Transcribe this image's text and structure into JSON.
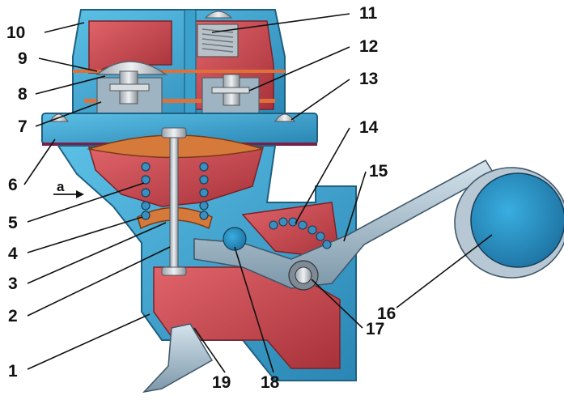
{
  "diagram": {
    "flow_label": "a",
    "callouts": [
      {
        "id": "c1",
        "text": "1"
      },
      {
        "id": "c2",
        "text": "2"
      },
      {
        "id": "c3",
        "text": "3"
      },
      {
        "id": "c4",
        "text": "4"
      },
      {
        "id": "c5",
        "text": "5"
      },
      {
        "id": "c6",
        "text": "6"
      },
      {
        "id": "c7",
        "text": "7"
      },
      {
        "id": "c8",
        "text": "8"
      },
      {
        "id": "c9",
        "text": "9"
      },
      {
        "id": "c10",
        "text": "10"
      },
      {
        "id": "c11",
        "text": "11"
      },
      {
        "id": "c12",
        "text": "12"
      },
      {
        "id": "c13",
        "text": "13"
      },
      {
        "id": "c14",
        "text": "14"
      },
      {
        "id": "c15",
        "text": "15"
      },
      {
        "id": "c16",
        "text": "16"
      },
      {
        "id": "c17",
        "text": "17"
      },
      {
        "id": "c18",
        "text": "18"
      },
      {
        "id": "c19",
        "text": "19"
      }
    ],
    "colors": {
      "body": "#3aa0cc",
      "body_dark": "#1f6f96",
      "chamber": "#c8484e",
      "chamber_dark": "#8e2a30",
      "gasket": "#e0703a",
      "metal": "#c9ced4",
      "diaphragm": "#d67a3c"
    }
  }
}
